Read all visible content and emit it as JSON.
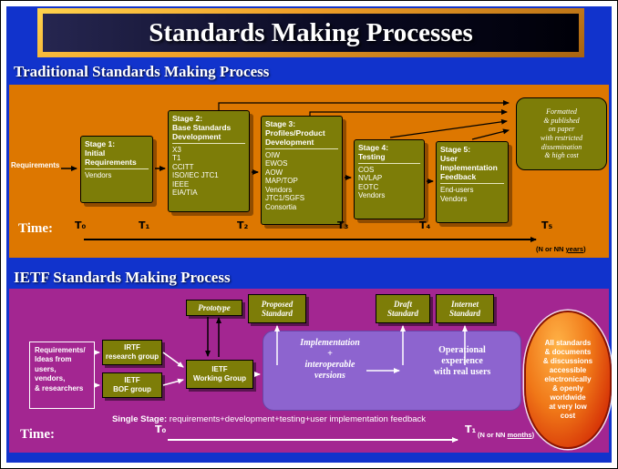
{
  "banner": {
    "title": "Standards Making Processes"
  },
  "traditional": {
    "heading": "Traditional Standards Making Process",
    "requirements_label": "Requirements",
    "stages": [
      {
        "header": "Stage 1:\nInitial\nRequirements",
        "items": [
          "Vendors"
        ]
      },
      {
        "header": "Stage 2:\nBase Standards\nDevelopment",
        "items": [
          "X3",
          "T1",
          "CCITT",
          "ISO/IEC JTC1",
          "IEEE",
          "EIA/TIA"
        ]
      },
      {
        "header": "Stage 3:\nProfiles/Product\nDevelopment",
        "items": [
          "OIW",
          "EWOS",
          "AOW",
          "MAP/TOP",
          "Vendors",
          "JTC1/SGFS",
          "Consortia"
        ]
      },
      {
        "header": "Stage 4:\nTesting",
        "items": [
          "COS",
          "NVLAP",
          "EOTC",
          "Vendors"
        ]
      },
      {
        "header": "Stage 5:\nUser\nImplementation\nFeedback",
        "items": [
          "End-users",
          "Vendors"
        ]
      }
    ],
    "paper_note": "Formatted\n& published\non paper\nwith restricted\ndissemination\n& high cost",
    "time_label": "Time:",
    "ticks": [
      "T₀",
      "T₁",
      "T₂",
      "T₃",
      "T₄",
      "T₅"
    ],
    "scale": {
      "prefix": "(N or NN ",
      "underlined": "years",
      "suffix": ")"
    }
  },
  "ietf": {
    "heading": "IETF Standards Making Process",
    "milestones": [
      "Prototype",
      "Proposed\nStandard",
      "Draft\nStandard",
      "Internet\nStandard"
    ],
    "requirements_box": "Requirements/\nIdeas from\nusers,\nvendors,\n& researchers",
    "irtf_box": "IRTF\nresearch group",
    "bof_box": "IETF\nBOF group",
    "working_group": "IETF\nWorking Group",
    "implementation": "Implementation\n+\ninteroperable\nversions",
    "operational": "Operational\nexperience\nwith real users",
    "single_stage_label": "Single Stage:",
    "single_stage_text": "requirements+development+testing+user implementation feedback",
    "time_label": "Time:",
    "ticks": [
      "T₀",
      "T₁"
    ],
    "scale": {
      "prefix": "(N or NN ",
      "underlined": "months",
      "suffix": ")"
    },
    "benefits_note": "All standards\n& documents\n& discussions\naccessible\nelectronically\n& openly\nworldwide\nat very low\ncost"
  }
}
